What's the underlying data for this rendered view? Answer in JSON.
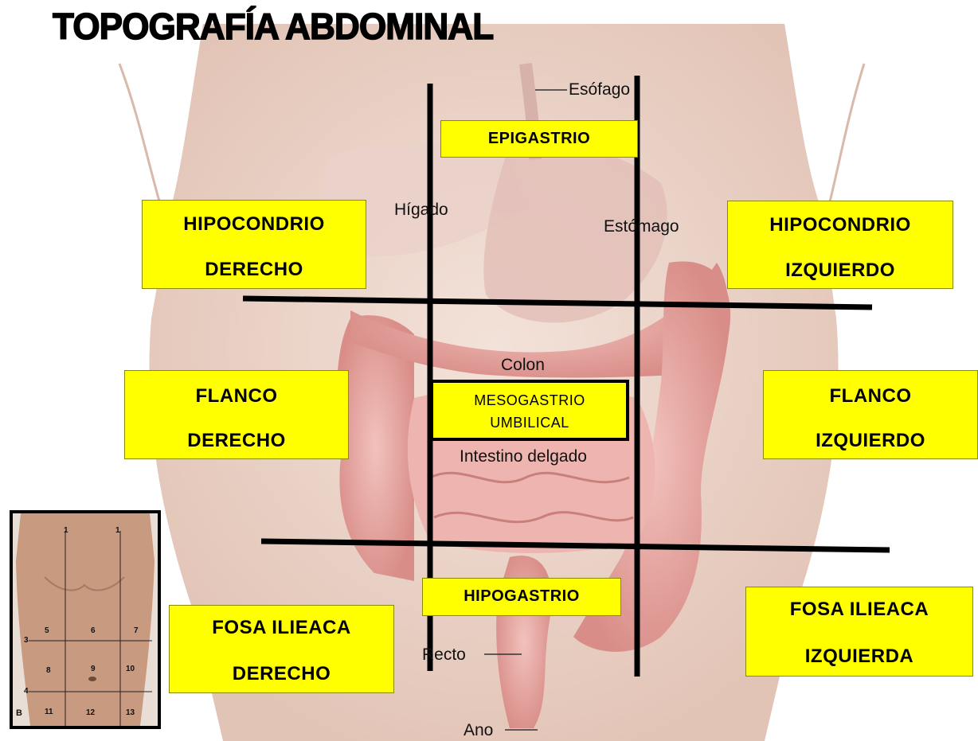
{
  "title": "TOPOGRAFÍA ABDOMINAL",
  "regions": {
    "epigastrio": "EPIGASTRIO",
    "hipocondrio_derecho": [
      "HIPOCONDRIO",
      "DERECHO"
    ],
    "hipocondrio_izquierdo": [
      "HIPOCONDRIO",
      "IZQUIERDO"
    ],
    "flanco_derecho": [
      "FLANCO",
      "DERECHO"
    ],
    "flanco_izquierdo": [
      "FLANCO",
      "IZQUIERDO"
    ],
    "mesogastrio": [
      "MESOGASTRIO",
      "UMBILICAL"
    ],
    "hipogastrio": "HIPOGASTRIO",
    "fosa_iliaca_derecha": [
      "FOSA ILIEACA",
      "DERECHO"
    ],
    "fosa_iliaca_izquierda": [
      "FOSA ILIEACA",
      "IZQUIERDA"
    ]
  },
  "organs": {
    "esofago": "Esófago",
    "higado": "Hígado",
    "estomago": "Estómago",
    "colon": "Colon",
    "intestino_delgado": "Intestino delgado",
    "recto": "Recto",
    "ano": "Ano"
  },
  "thumbnail": {
    "label": "B",
    "line_markers": [
      "1",
      "1",
      "3",
      "4"
    ],
    "region_numbers": [
      "5",
      "6",
      "7",
      "8",
      "9",
      "10",
      "11",
      "12",
      "13"
    ]
  },
  "colors": {
    "label_fill": "#ffff00",
    "skin": "#ecd7cd",
    "intestine": "#e8a6a2",
    "dividing_lines": "#000000"
  }
}
